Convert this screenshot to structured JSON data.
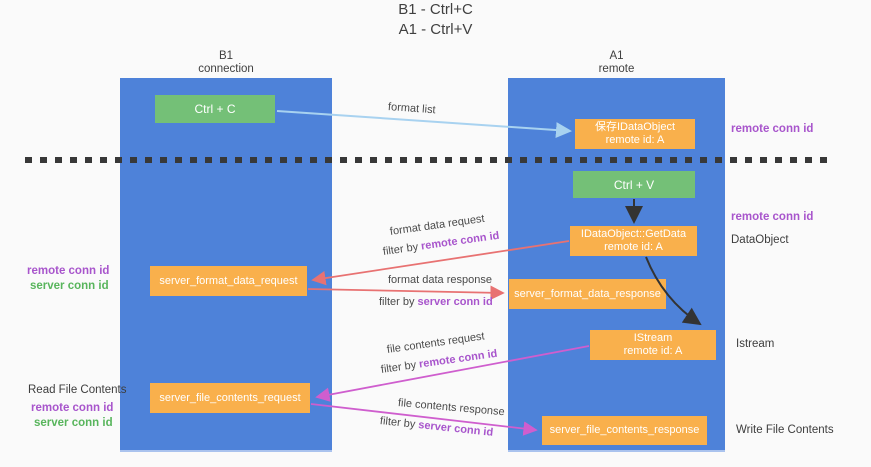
{
  "title": {
    "line1": "B1 - Ctrl+C",
    "line2": "A1 - Ctrl+V"
  },
  "columns": {
    "left": {
      "name": "B1",
      "role": "connection"
    },
    "right": {
      "name": "A1",
      "role": "remote"
    }
  },
  "boxes": {
    "ctrl_c": "Ctrl + C",
    "ctrl_v": "Ctrl + V",
    "save_idataobject": {
      "line1": "保存IDataObject",
      "line2": "remote id: A"
    },
    "getdata": {
      "line1": "IDataObject::GetData",
      "line2": "remote id: A"
    },
    "istream": {
      "line1": "IStream",
      "line2": "remote id: A"
    },
    "server_format_data_request": "server_format_data_request",
    "server_format_data_response": "server_format_data_response",
    "server_file_contents_request": "server_file_contents_request",
    "server_file_contents_response": "server_file_contents_response"
  },
  "arrow_labels": {
    "format_list": "format list",
    "format_data_request": "format data request",
    "format_data_request_filter": {
      "prefix": "filter by ",
      "highlight": "remote conn id"
    },
    "format_data_response": "format data response",
    "format_data_response_filter": {
      "prefix": "filter by ",
      "highlight": "server conn id"
    },
    "file_contents_request": "file contents request",
    "file_contents_request_filter": {
      "prefix": "filter by ",
      "highlight": "remote conn id"
    },
    "file_contents_response": "file contents response",
    "file_contents_response_filter": {
      "prefix": "filter by ",
      "highlight": "server conn id"
    }
  },
  "side_labels": {
    "right_remote_conn_id_top": "remote conn id",
    "right_remote_conn_id_mid": "remote conn id",
    "right_dataobject": "DataObject",
    "right_istream": "Istream",
    "right_write_file": "Write File Contents",
    "left_remote_conn_id_top": "remote conn id",
    "left_server_conn_id_top": "server conn id",
    "left_read_file": "Read File Contents",
    "left_remote_conn_id_bottom": "remote conn id",
    "left_server_conn_id_bottom": "server conn id"
  },
  "colors": {
    "column_blue": "#4e82d9",
    "box_green": "#74c077",
    "box_orange": "#f9b04c",
    "label_purple": "#a855cc",
    "label_green": "#58b55c",
    "arrow_lightblue": "#a8d2f0",
    "arrow_red": "#e87272",
    "arrow_magenta": "#cf5ece",
    "arrow_black": "#333333"
  }
}
